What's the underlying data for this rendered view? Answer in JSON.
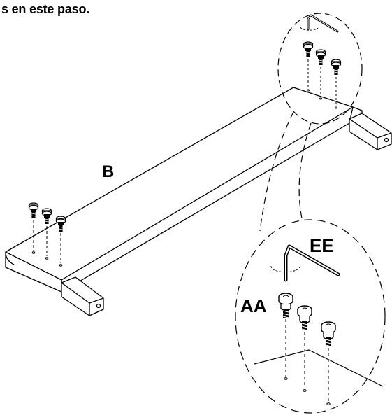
{
  "caption": "s en este paso.",
  "labels": {
    "rail": "B",
    "hex_key": "EE",
    "bolt": "AA"
  },
  "colors": {
    "ink": "#000000",
    "paper": "#ffffff"
  }
}
